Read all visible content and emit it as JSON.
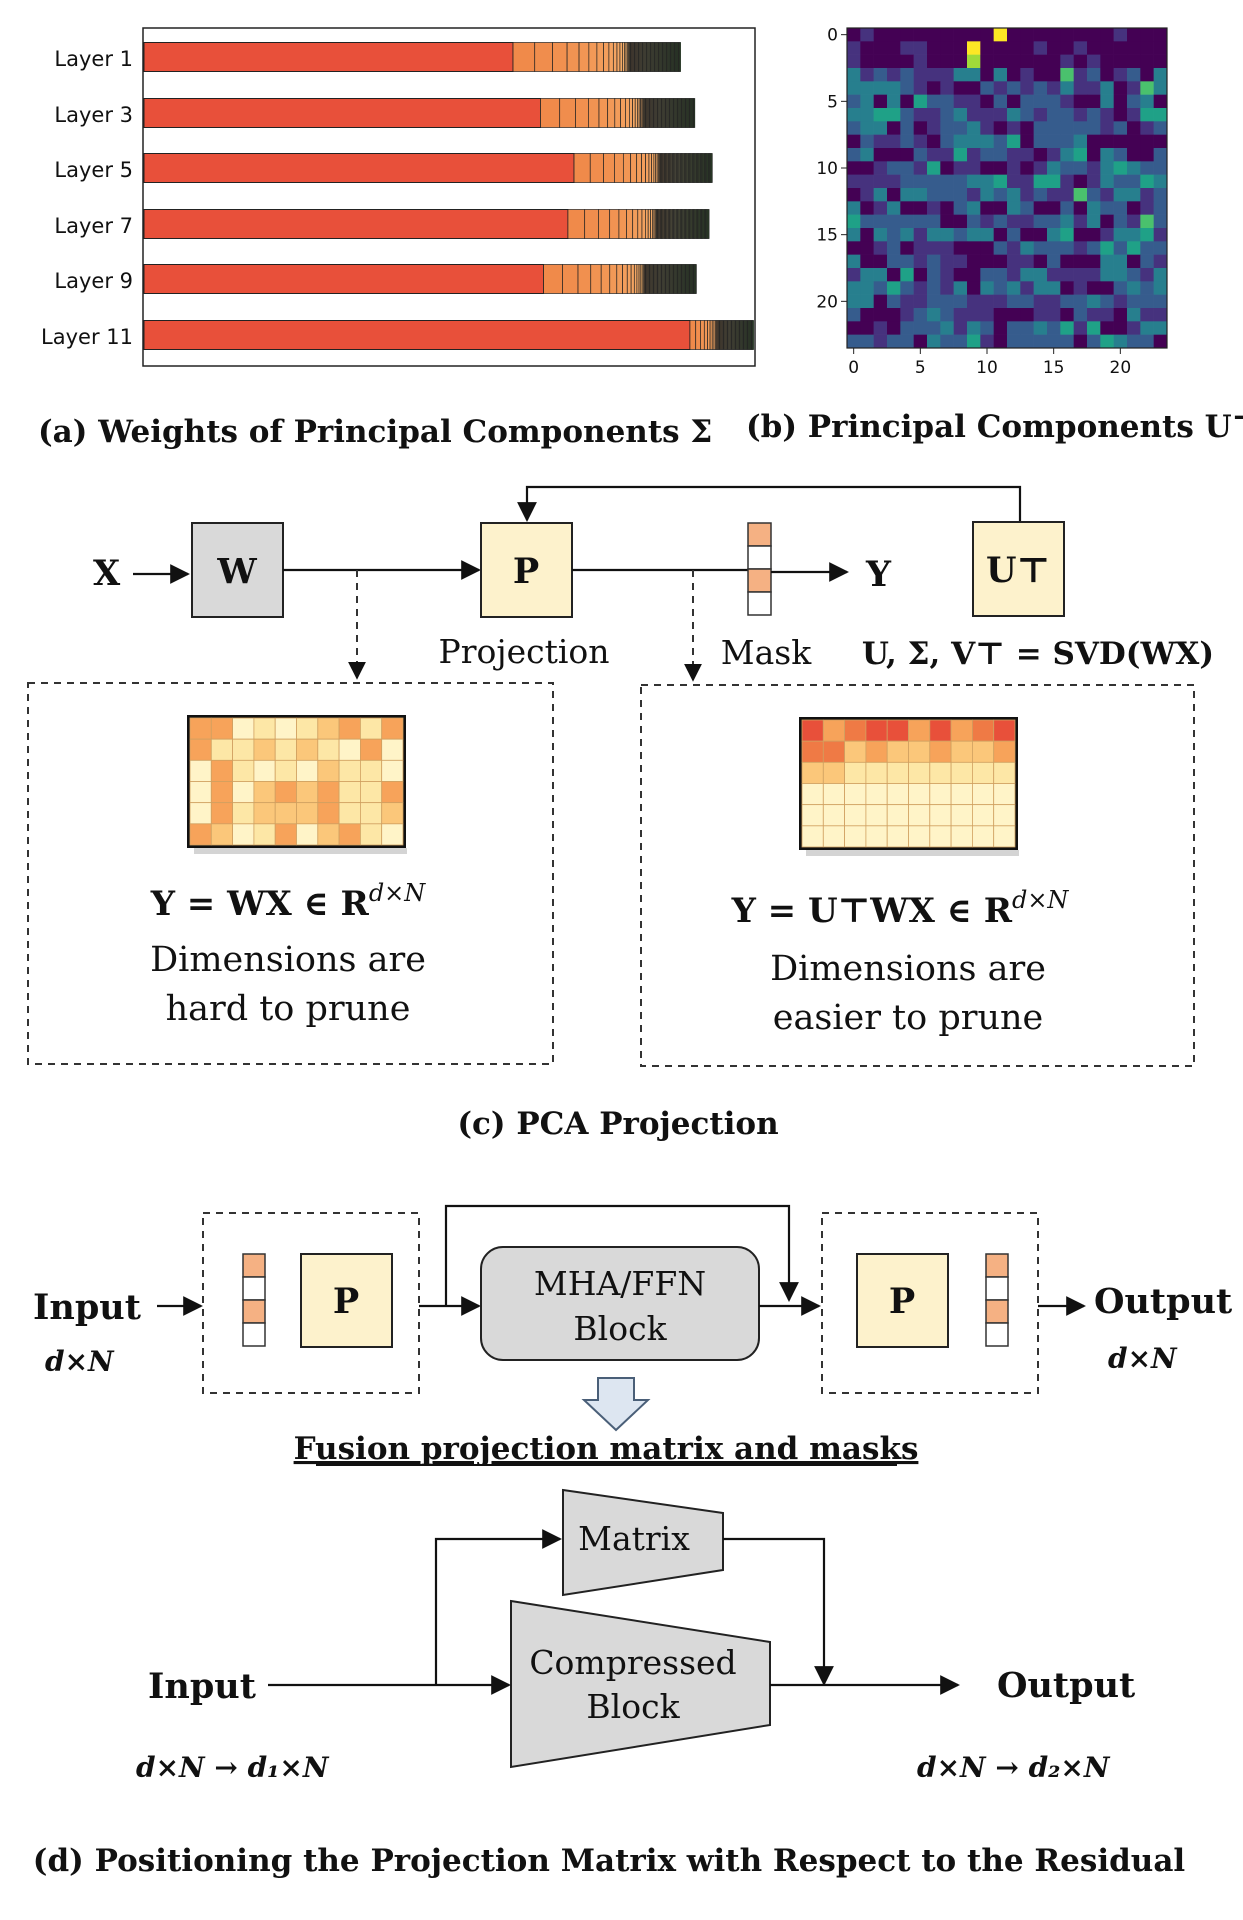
{
  "panel_a": {
    "caption": "(a) Weights of Principal Components Σ",
    "layers": [
      {
        "label": "Layer 1",
        "dominant": 0.605
      },
      {
        "label": "Layer 3",
        "dominant": 0.65
      },
      {
        "label": "Layer 5",
        "dominant": 0.705
      },
      {
        "label": "Layer 7",
        "dominant": 0.695
      },
      {
        "label": "Layer 9",
        "dominant": 0.655
      },
      {
        "label": "Layer 11",
        "dominant": 0.895
      }
    ],
    "colors": {
      "dominant": "#e8503a",
      "orange": "#f08a4a",
      "yellow": "#fef3a8",
      "green": "#4a9a3a"
    }
  },
  "panel_b": {
    "caption": "(b) Principal Components U⊤",
    "xticks": [
      "0",
      "5",
      "10",
      "15",
      "20"
    ],
    "yticks": [
      "0",
      "5",
      "10",
      "15",
      "20"
    ],
    "grid_size": 24
  },
  "panel_c": {
    "caption": "(c) PCA Projection",
    "x_label": "X",
    "w_label": "W",
    "p_label": "P",
    "projection_label": "Projection",
    "mask_label": "Mask",
    "y_label": "Y",
    "ut_label": "U⊤",
    "svd_label": "U, Σ, V⊤ = SVD(WX)",
    "left_box": {
      "formula": "Y = WX ∈ R",
      "formula_sup": "d×N",
      "text_line1": "Dimensions are",
      "text_line2": "hard to prune"
    },
    "right_box": {
      "formula": "Y = U⊤WX ∈ R",
      "formula_sup": "d×N",
      "text_line1": "Dimensions are",
      "text_line2": "easier to prune"
    }
  },
  "panel_d": {
    "caption": "(d) Positioning the Projection Matrix with Respect to the Residual",
    "input_label": "Input",
    "input_dim": "d×N",
    "output_label": "Output",
    "output_dim": "d×N",
    "p_label": "P",
    "block_line1": "MHA/FFN",
    "block_line2": "Block",
    "fusion_label": "Fusion projection matrix and masks",
    "matrix_label": "Matrix",
    "compressed_line1": "Compressed",
    "compressed_line2": "Block",
    "input2_label": "Input",
    "input2_dim": "d×N → d₁×N",
    "output2_label": "Output",
    "output2_dim": "d×N → d₂×N"
  },
  "colors": {
    "light_box": "#fdf2cc",
    "gray_box": "#d9d9d9",
    "mask_orange": "#f5b183",
    "heat_dark": "#e8503a",
    "heat_mid": "#f7a35a",
    "heat_light": "#fde7a6",
    "heat_pale": "#fff4c8"
  }
}
